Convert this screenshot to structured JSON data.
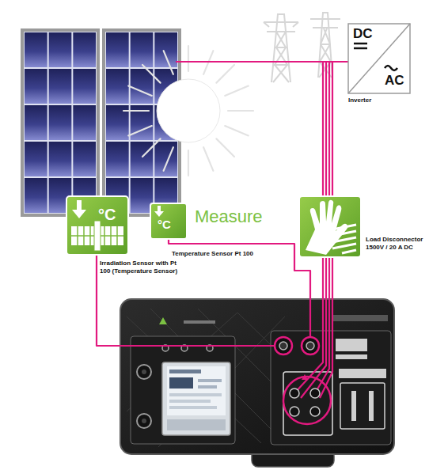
{
  "diagram": {
    "nodes": [
      {
        "text": [
          "DC",
          "AC",
          "Inverter"
        ]
      },
      {
        "text": [
          "°C",
          "Irradiation Sensor with Pt 100 (Temperature Sensor)"
        ]
      },
      {
        "text": [
          "°C",
          "Temperature Sensor Pt 100"
        ]
      },
      {
        "text": [
          "Load Disconnector 1500V / 20 A DC"
        ]
      }
    ],
    "labels": [
      "Measure"
    ]
  }
}
